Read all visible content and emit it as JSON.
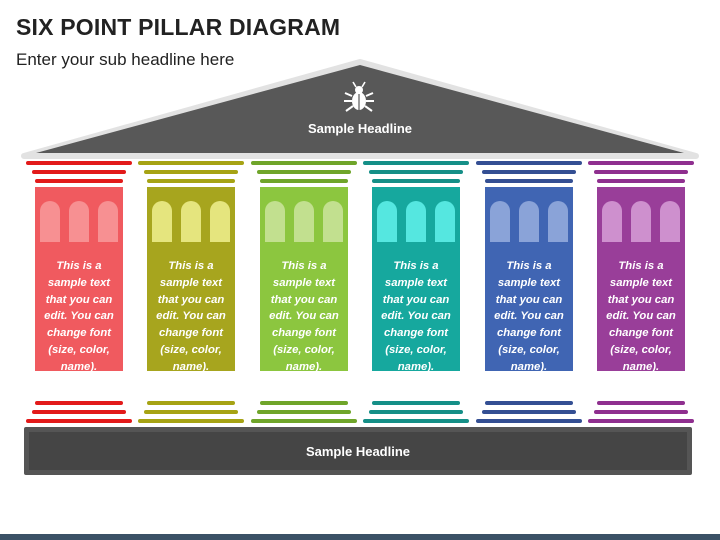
{
  "header": {
    "title": "SIX POINT PILLAR DIAGRAM",
    "subtitle": "Enter your sub headline here"
  },
  "roof": {
    "headline": "Sample Headline",
    "icon": "bug-icon",
    "color": "#5a5a5a"
  },
  "base": {
    "headline": "Sample Headline",
    "color": "#4a4a4a"
  },
  "pillars": [
    {
      "text": "This is a sample text that you can edit. You can change font (size, color, name).",
      "color": "#f05a5f",
      "bar_color": "#e21a1a",
      "flute_color": "#f79092"
    },
    {
      "text": "This is a sample text that you can edit. You can change font (size, color, name).",
      "color": "#a7a51e",
      "bar_color": "#a6a314",
      "flute_color": "#e5e57e"
    },
    {
      "text": "This is a sample text that you can edit. You can change font (size, color, name).",
      "color": "#8cc63f",
      "bar_color": "#6fa52a",
      "flute_color": "#c2e08f"
    },
    {
      "text": "This is a sample text that you can edit. You can change font (size, color, name).",
      "color": "#16a89e",
      "bar_color": "#158f87",
      "flute_color": "#55e7e0"
    },
    {
      "text": "This is a sample text that you can edit. You can change font (size, color, name).",
      "color": "#4065b3",
      "bar_color": "#344f93",
      "flute_color": "#8aa3d8"
    },
    {
      "text": "This is a sample text that you can edit. You can change font (size, color, name).",
      "color": "#993e99",
      "bar_color": "#8f2f8f",
      "flute_color": "#ce90ce"
    }
  ]
}
